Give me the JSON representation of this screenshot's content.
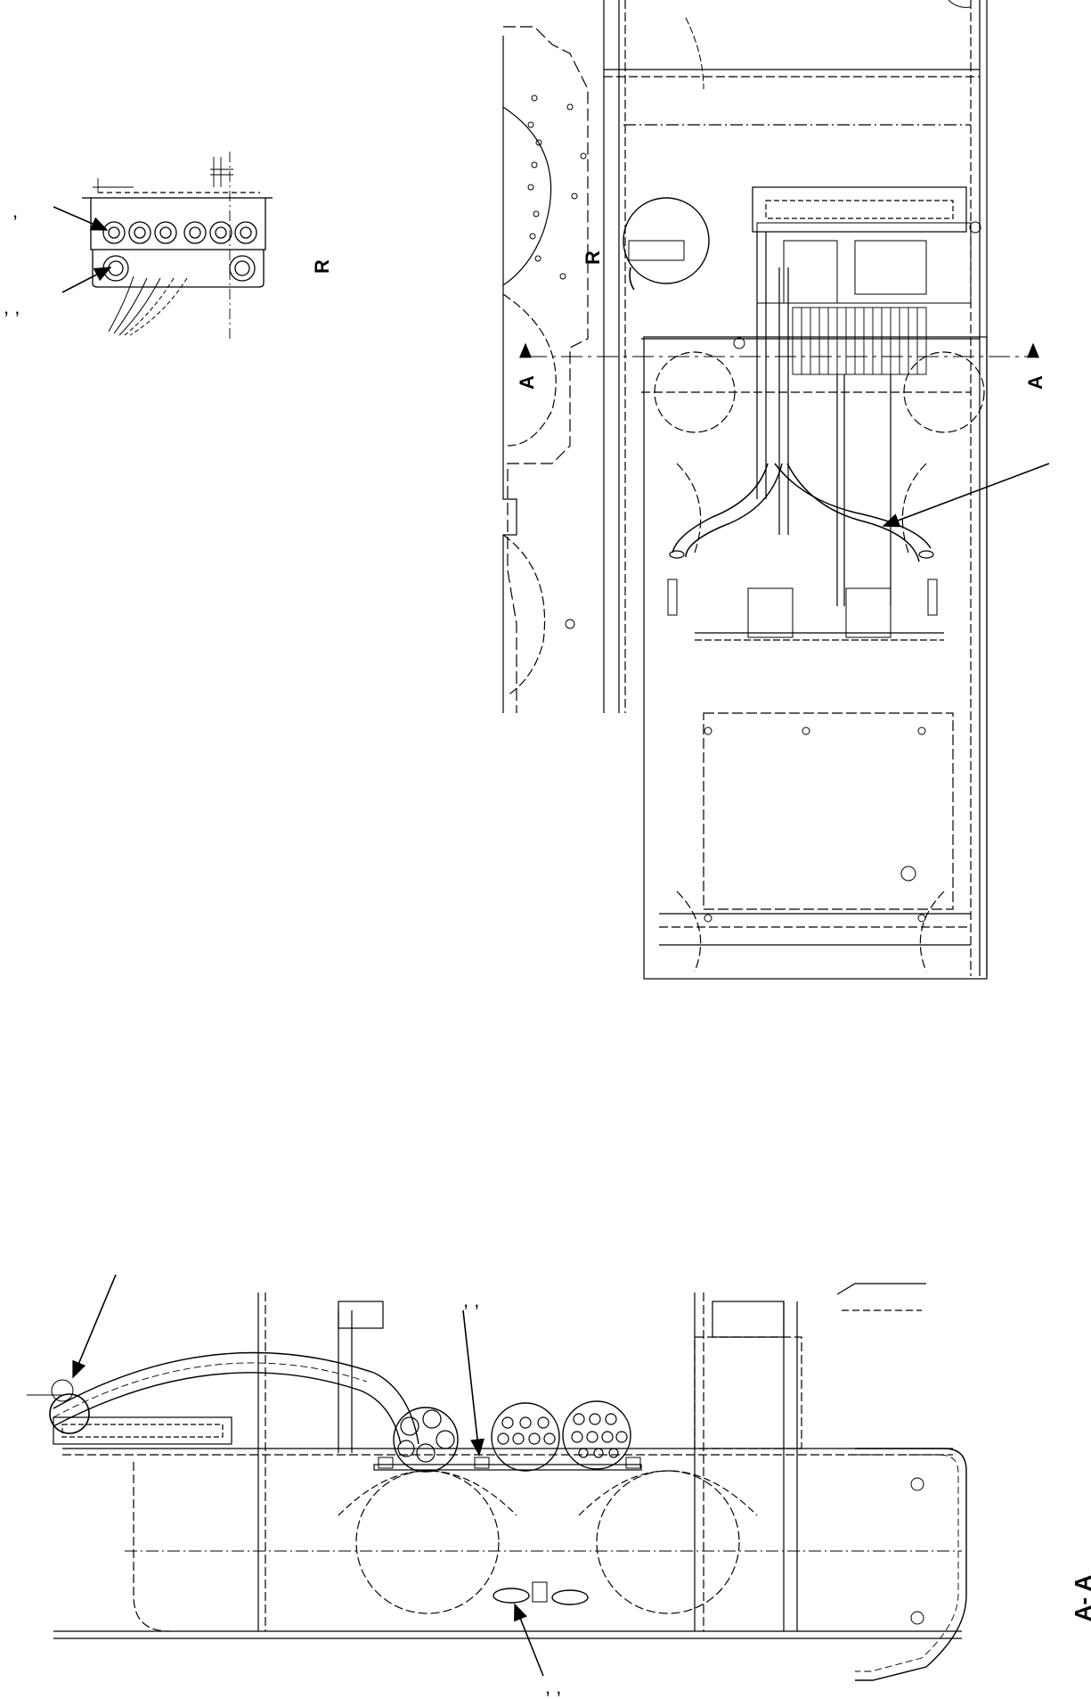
{
  "labels": {
    "view_r_detail": "R",
    "view_r_main": "R",
    "section_a_left": "A",
    "section_a_right": "A",
    "section_title": "A- A"
  },
  "callouts": {
    "detail_top": ",",
    "detail_bottom": ", ,",
    "section_top": ", ,",
    "section_bottom": ", ,"
  }
}
